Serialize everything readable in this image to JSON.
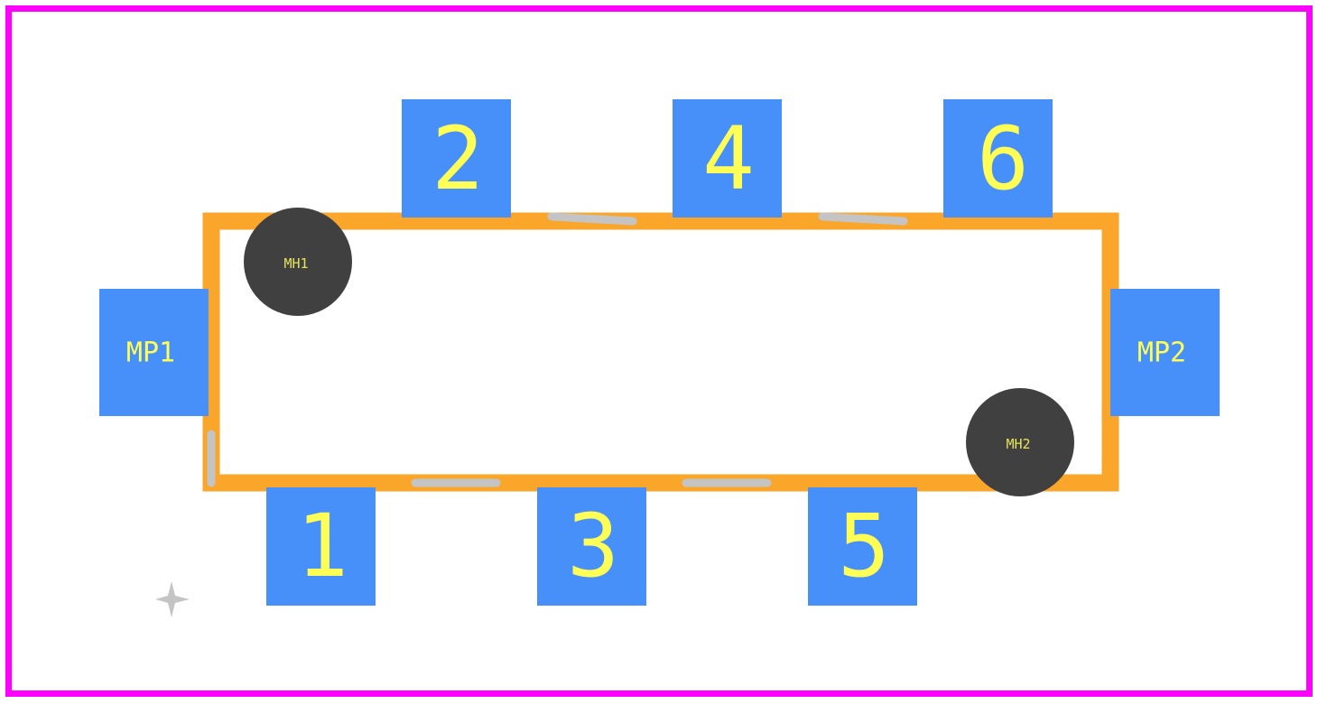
{
  "colors": {
    "board_outline": "#ff00ff",
    "component_outline": "#f9a62b",
    "pad": "#478ff9",
    "pad_text": "#ffff55",
    "mounting_hole": "#404040",
    "mounting_hole_text": "#e5e55a",
    "silkscreen_gap": "#c4c4c4",
    "origin_marker": "#c4c4c4",
    "background": "#ffffff"
  },
  "pads": [
    {
      "id": "pad-1",
      "label": "1"
    },
    {
      "id": "pad-2",
      "label": "2"
    },
    {
      "id": "pad-3",
      "label": "3"
    },
    {
      "id": "pad-4",
      "label": "4"
    },
    {
      "id": "pad-5",
      "label": "5"
    },
    {
      "id": "pad-6",
      "label": "6"
    },
    {
      "id": "pad-mp1",
      "label": "MP1"
    },
    {
      "id": "pad-mp2",
      "label": "MP2"
    }
  ],
  "mounting_holes": [
    {
      "id": "hole-mh1",
      "label": "MH1"
    },
    {
      "id": "hole-mh2",
      "label": "MH2"
    }
  ],
  "icons": {
    "origin": "crosshair-origin-icon"
  }
}
